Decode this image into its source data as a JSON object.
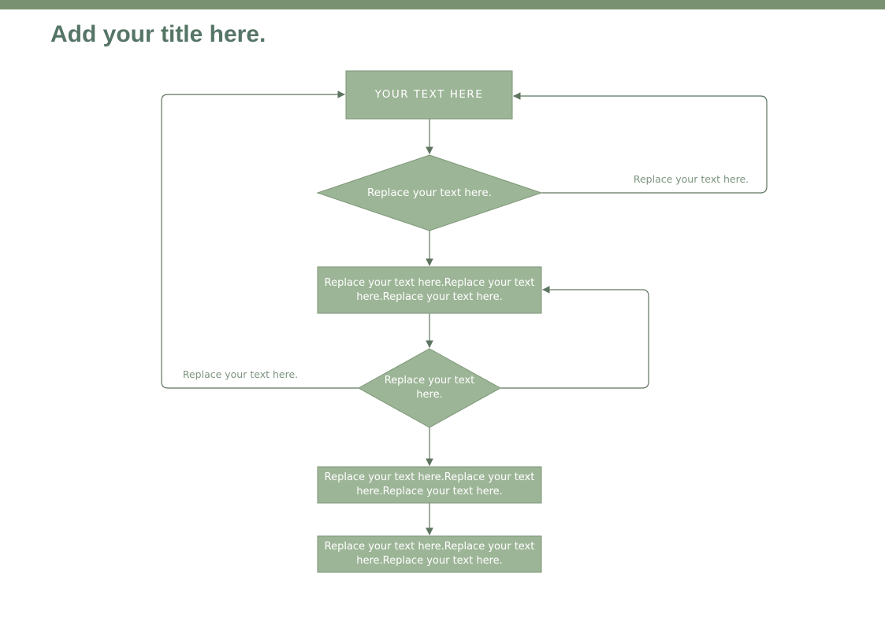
{
  "page": {
    "title": "Add your title here."
  },
  "colors": {
    "top_bar": "#7a9171",
    "title_text": "#557566",
    "shape_fill": "#9db597",
    "shape_border": "#7e9678",
    "connector_line": "#5e7561",
    "shape_text": "#ffffff",
    "edge_label_text": "#7d9480"
  },
  "flowchart": {
    "nodes": [
      {
        "id": "start",
        "type": "rectangle",
        "label": "YOUR TEXT HERE"
      },
      {
        "id": "decision1",
        "type": "diamond",
        "label": "Replace your text here."
      },
      {
        "id": "process1",
        "type": "rectangle",
        "label": "Replace your text here.Replace your text here.Replace your text here."
      },
      {
        "id": "decision2",
        "type": "diamond",
        "label": "Replace your text here."
      },
      {
        "id": "process2",
        "type": "rectangle",
        "label": "Replace your text here.Replace your text here.Replace your text here."
      },
      {
        "id": "process3",
        "type": "rectangle",
        "label": "Replace your text here.Replace your text here.Replace your text here."
      }
    ],
    "edge_labels": [
      {
        "id": "right-loop-label",
        "text": "Replace your text here."
      },
      {
        "id": "left-loop-label",
        "text": "Replace your text here."
      }
    ]
  }
}
